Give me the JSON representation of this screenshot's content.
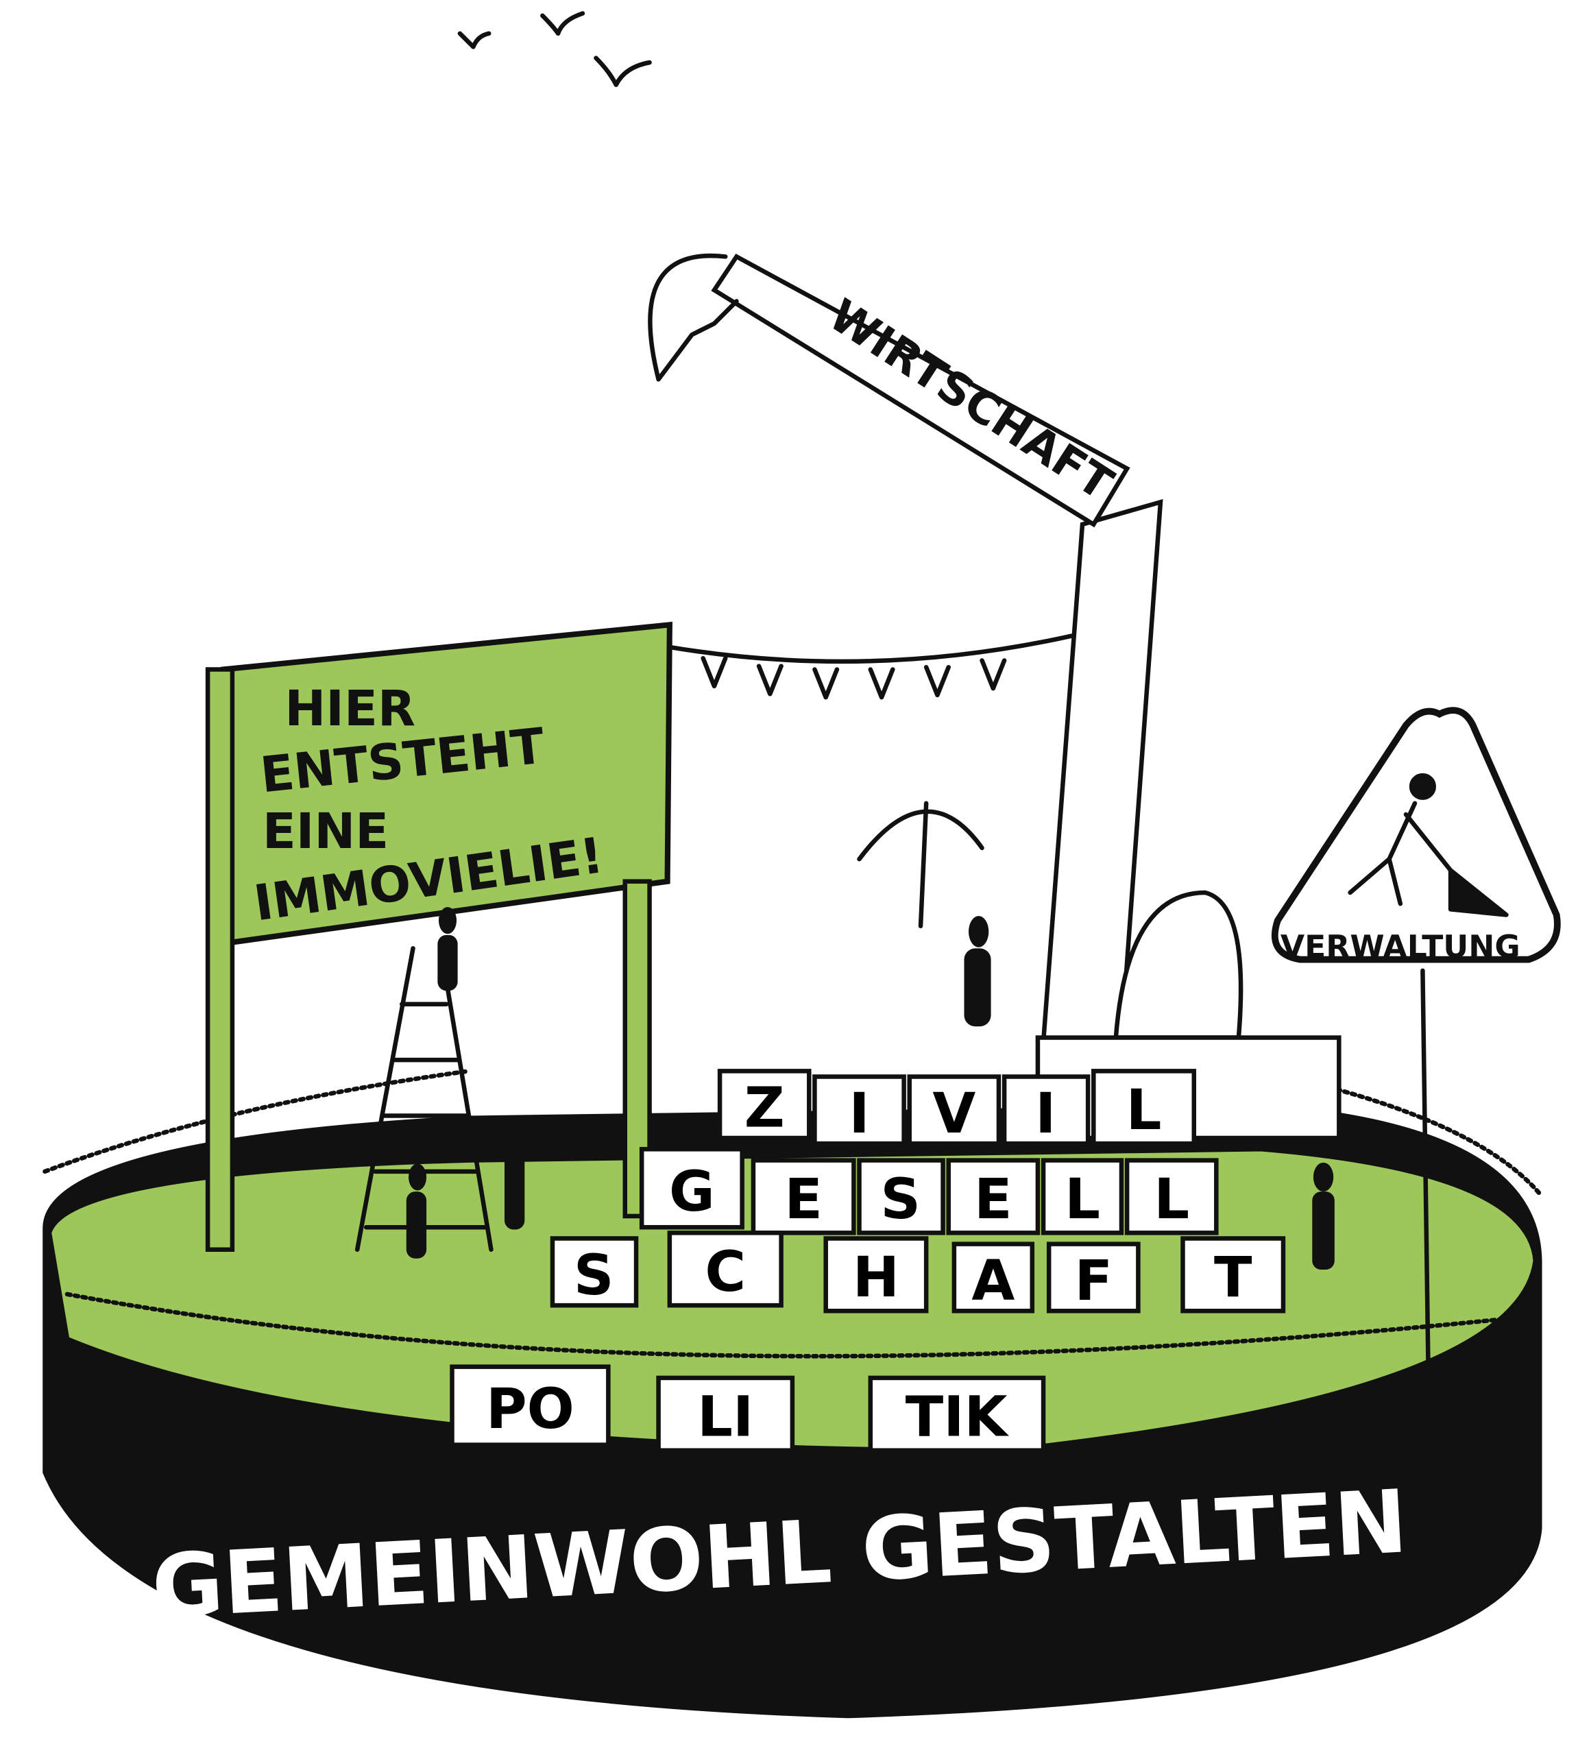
{
  "colors": {
    "green": "#9dc75a",
    "ink": "#111111",
    "paper": "#ffffff"
  },
  "sign": {
    "lines": [
      "HIER",
      "ENTSTEHT",
      "EINE",
      "IMMOVIELIE!"
    ]
  },
  "crane": {
    "label": "WIRTSCHAFT"
  },
  "road_sign": {
    "label": "VERWALTUNG",
    "icon": "roadworks-icon"
  },
  "blocks": {
    "row1": [
      "Z",
      "I",
      "V",
      "I",
      "L"
    ],
    "row2": [
      "G",
      "E",
      "S",
      "E",
      "L",
      "L"
    ],
    "row3": [
      "S",
      "C",
      "H",
      "A",
      "F",
      "T"
    ]
  },
  "base_blocks": [
    "PO",
    "LI",
    "TIK"
  ],
  "base": {
    "label": "GEMEINWOHL GESTALTEN"
  }
}
